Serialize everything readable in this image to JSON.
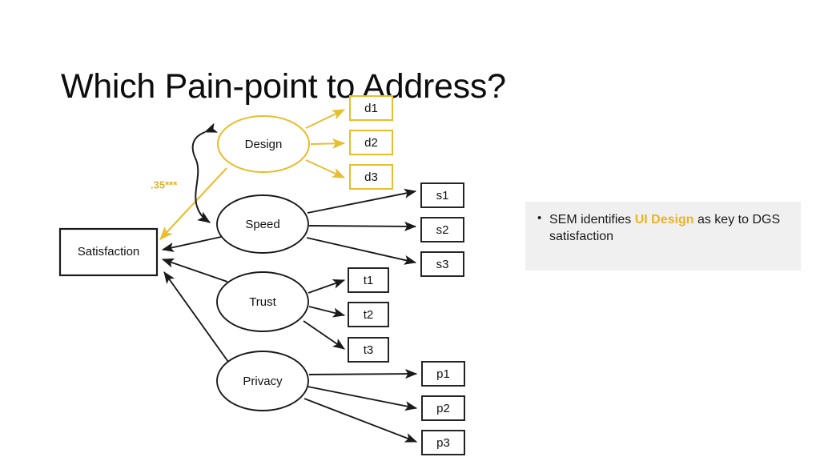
{
  "slide": {
    "title": "Which Pain-point to Address?",
    "background_color": "#FFFFFF"
  },
  "colors": {
    "gold": "#E8BE2E",
    "gold_text": "#EDB326",
    "black": "#1A1A1A",
    "panel_bg": "#F0F0F0"
  },
  "diagram": {
    "type": "sem-path-diagram",
    "outcome": {
      "id": "satisfaction",
      "label": "Satisfaction",
      "shape": "rectangle",
      "color": "#1A1A1A"
    },
    "latent_factors": [
      {
        "id": "design",
        "label": "Design",
        "shape": "ellipse",
        "color": "#E8BE2E",
        "highlighted": true,
        "path_coefficient": ".35***",
        "indicators": [
          {
            "id": "d1",
            "label": "d1"
          },
          {
            "id": "d2",
            "label": "d2"
          },
          {
            "id": "d3",
            "label": "d3"
          }
        ]
      },
      {
        "id": "speed",
        "label": "Speed",
        "shape": "ellipse",
        "color": "#1A1A1A",
        "highlighted": false,
        "indicators": [
          {
            "id": "s1",
            "label": "s1"
          },
          {
            "id": "s2",
            "label": "s2"
          },
          {
            "id": "s3",
            "label": "s3"
          }
        ]
      },
      {
        "id": "trust",
        "label": "Trust",
        "shape": "ellipse",
        "color": "#1A1A1A",
        "highlighted": false,
        "indicators": [
          {
            "id": "t1",
            "label": "t1"
          },
          {
            "id": "t2",
            "label": "t2"
          },
          {
            "id": "t3",
            "label": "t3"
          }
        ]
      },
      {
        "id": "privacy",
        "label": "Privacy",
        "shape": "ellipse",
        "color": "#1A1A1A",
        "highlighted": false,
        "indicators": [
          {
            "id": "p1",
            "label": "p1"
          },
          {
            "id": "p2",
            "label": "p2"
          },
          {
            "id": "p3",
            "label": "p3"
          }
        ]
      }
    ],
    "covariance": {
      "between": [
        "design",
        "speed"
      ],
      "style": "double-headed-curved-arrow",
      "color": "#1A1A1A"
    }
  },
  "insight": {
    "bullet_prefix": "SEM identifies ",
    "bullet_highlight": "UI Design",
    "bullet_suffix": " as key to DGS satisfaction"
  }
}
